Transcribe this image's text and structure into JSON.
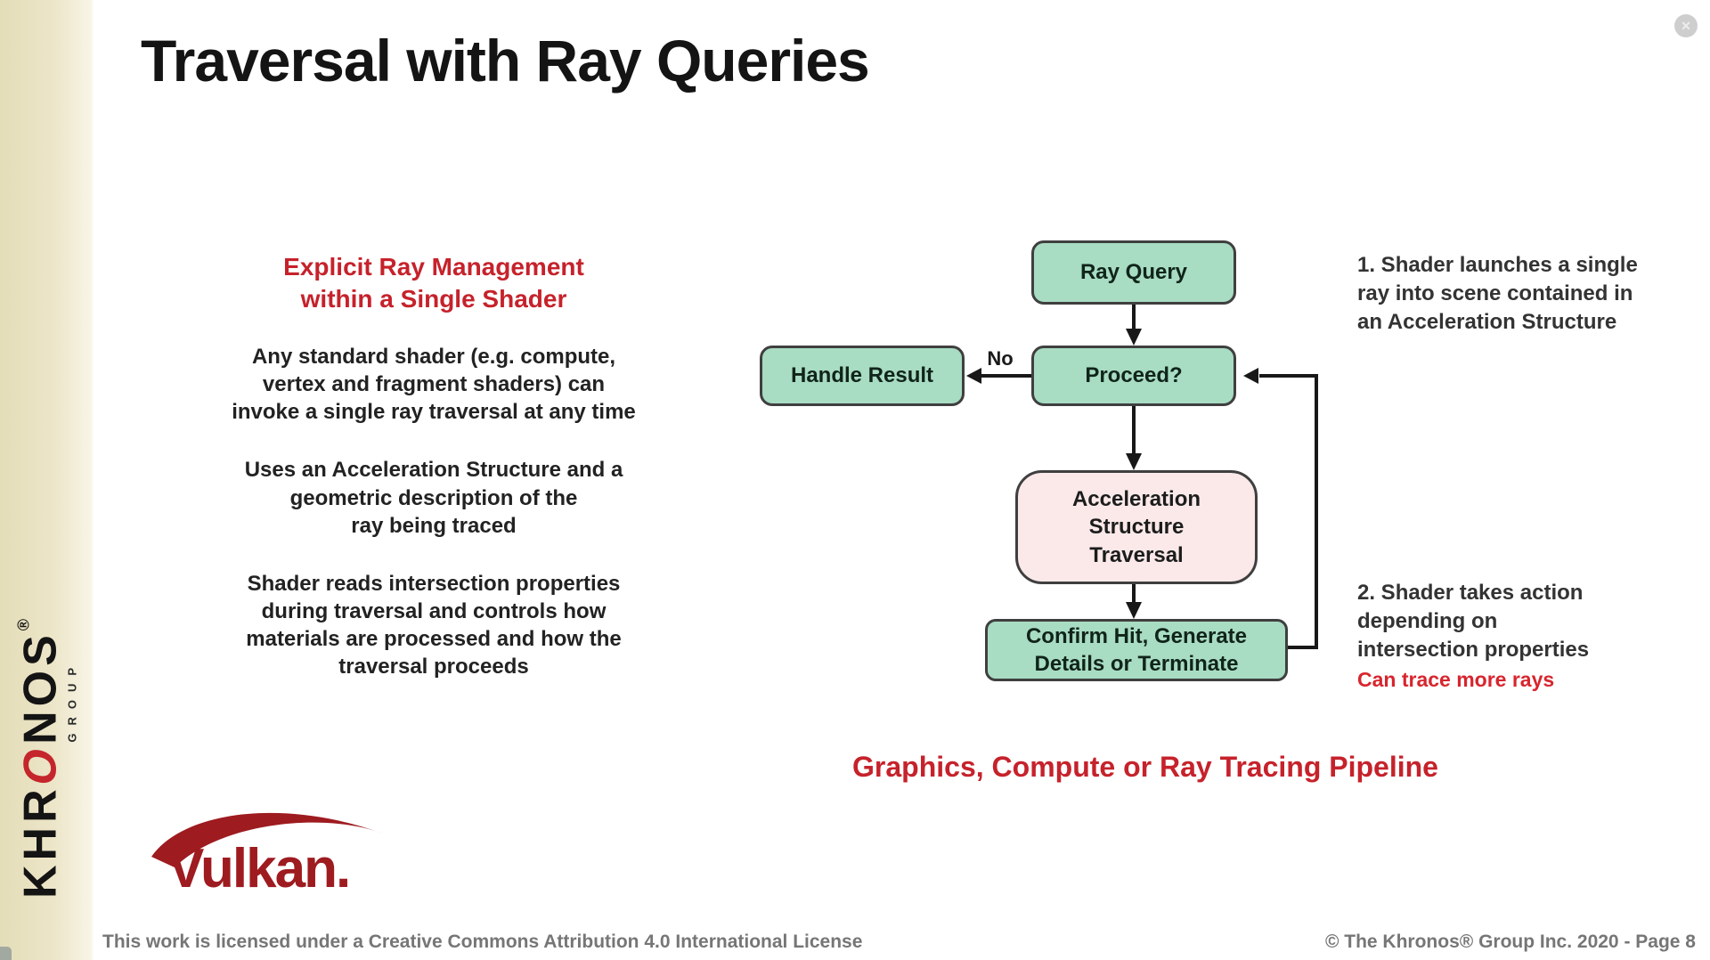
{
  "slide": {
    "title": "Traversal with Ray Queries",
    "close_icon": "✕"
  },
  "sidebar": {
    "brand_prefix": "KHR",
    "brand_o": "O",
    "brand_suffix": "NOS",
    "registered": "®",
    "group_label": "GROUP"
  },
  "left_column": {
    "heading": "Explicit Ray Management\nwithin a Single Shader",
    "paragraphs": [
      "Any standard shader (e.g. compute,\nvertex and fragment shaders) can\ninvoke a single ray traversal at any time",
      "Uses an Acceleration Structure and a\ngeometric description of the\nray being traced",
      "Shader reads intersection properties\nduring traversal and controls how\nmaterials are processed and how the\ntraversal proceeds"
    ]
  },
  "flowchart": {
    "nodes": {
      "ray_query": "Ray Query",
      "proceed": "Proceed?",
      "handle_result": "Handle Result",
      "accel_traversal": "Acceleration\nStructure\nTraversal",
      "confirm_hit": "Confirm Hit, Generate\nDetails or Terminate"
    },
    "edge_label_no": "No",
    "caption": "Graphics, Compute or Ray Tracing Pipeline"
  },
  "annotations": {
    "step1": "1. Shader launches a single\nray into scene contained in\nan Acceleration Structure",
    "step2": "2. Shader takes action\ndepending on\nintersection properties",
    "step2_note": "Can trace more rays"
  },
  "logo": {
    "vulkan_label": "Vulkan."
  },
  "footer": {
    "license": "This work is licensed under a Creative Commons Attribution 4.0 International License",
    "copyright": "© The Khronos® Group Inc. 2020 - Page 8"
  },
  "colors": {
    "accent_red": "#c6222b",
    "box_green": "#a8dcc3",
    "box_pink": "#fbe9e9",
    "box_border": "#3f3f3f",
    "arrow_black": "#181818",
    "vulkan_red": "#9e1b20",
    "sidebar_cream": "#e8e1c2",
    "footer_gray": "#767676",
    "close_gray": "#c9c9c9"
  }
}
